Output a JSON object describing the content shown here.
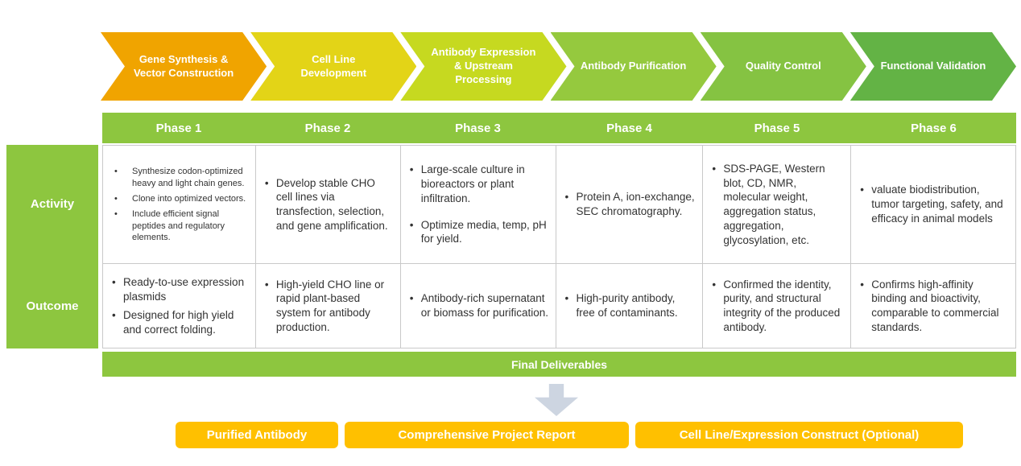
{
  "pipeline": {
    "steps": [
      {
        "label": "Gene Synthesis & Vector Construction",
        "color": "#F0A400"
      },
      {
        "label": "Cell Line Development",
        "color": "#E3D417"
      },
      {
        "label": "Antibody Expression & Upstream Processing",
        "color": "#C6D920"
      },
      {
        "label": "Antibody Purification",
        "color": "#95C93E"
      },
      {
        "label": "Quality Control",
        "color": "#85C342"
      },
      {
        "label": "Functional Validation",
        "color": "#63B345"
      }
    ]
  },
  "phases": [
    {
      "name": "Phase 1",
      "activities": [
        "Synthesize codon-optimized heavy and light chain genes.",
        "Clone into optimized vectors.",
        "Include efficient signal peptides and regulatory elements."
      ],
      "outcomes": [
        "Ready-to-use expression plasmids",
        "Designed for high yield and correct folding."
      ]
    },
    {
      "name": "Phase 2",
      "activities": [
        "Develop stable CHO cell lines via transfection, selection, and gene amplification."
      ],
      "outcomes": [
        "High-yield CHO line or rapid plant-based system for antibody production."
      ]
    },
    {
      "name": "Phase 3",
      "activities": [
        "Large-scale culture in bioreactors or plant infiltration.",
        "Optimize media, temp, pH for yield."
      ],
      "outcomes": [
        "Antibody-rich supernatant or biomass for purification."
      ]
    },
    {
      "name": "Phase 4",
      "activities": [
        "Protein A, ion-exchange, SEC chromatography."
      ],
      "outcomes": [
        "High-purity antibody, free of contaminants."
      ]
    },
    {
      "name": "Phase 5",
      "activities": [
        "SDS-PAGE, Western blot, CD, NMR, molecular weight, aggregation status, aggregation, glycosylation, etc."
      ],
      "outcomes": [
        "Confirmed the identity, purity, and structural integrity of the produced antibody."
      ]
    },
    {
      "name": "Phase 6",
      "activities": [
        "valuate biodistribution, tumor targeting, safety, and efficacy in animal models"
      ],
      "outcomes": [
        "Confirms high-affinity binding and bioactivity, comparable to commercial standards."
      ]
    }
  ],
  "row_labels": {
    "activity": "Activity",
    "outcome": "Outcome"
  },
  "final_bar": {
    "label": "Final Deliverables"
  },
  "deliverables": [
    {
      "label": "Purified Antibody"
    },
    {
      "label": "Comprehensive Project Report"
    },
    {
      "label": "Cell Line/Expression Construct (Optional)"
    }
  ],
  "colors": {
    "green_bar": "#8DC63F",
    "deliverable_box": "#FFC000",
    "arrow_gray": "#CDD5E1",
    "table_border": "#C9C9C9"
  }
}
